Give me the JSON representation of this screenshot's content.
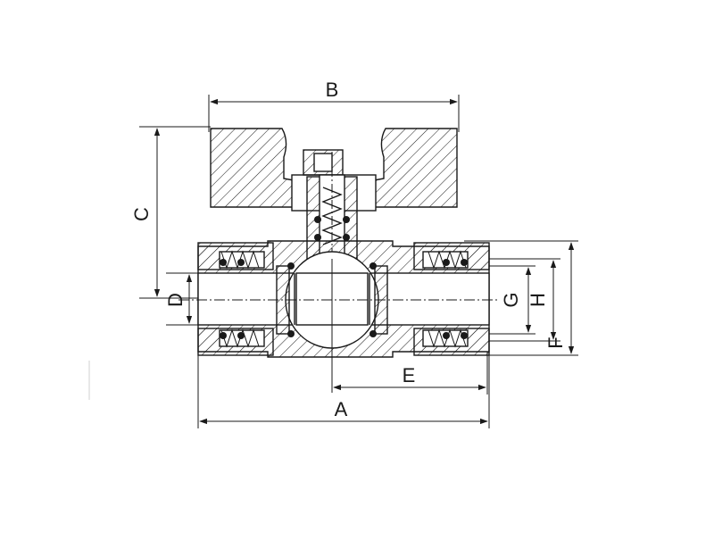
{
  "dimensions": {
    "a": "A",
    "b": "B",
    "c": "C",
    "d": "D",
    "e": "E",
    "f": "F",
    "g": "G",
    "h": "H"
  }
}
